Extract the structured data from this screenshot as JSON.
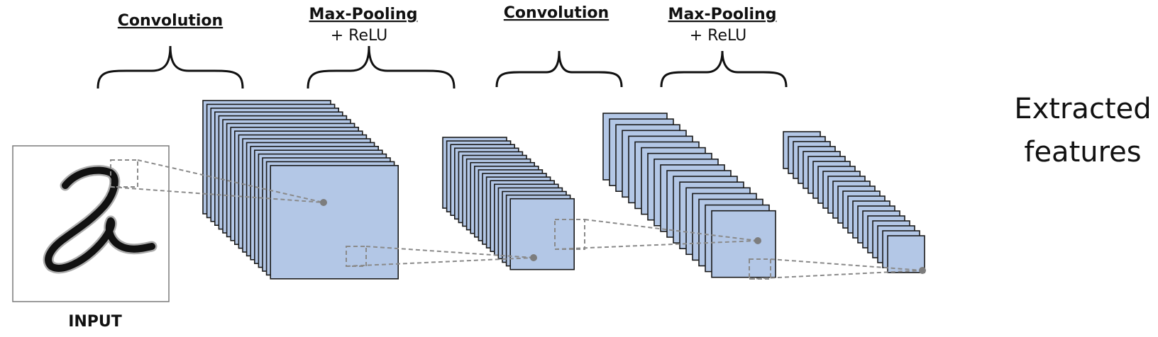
{
  "stages": [
    {
      "title": "Convolution",
      "subtitle": ""
    },
    {
      "title": "Max-Pooling",
      "subtitle": "+ ReLU"
    },
    {
      "title": "Convolution",
      "subtitle": ""
    },
    {
      "title": "Max-Pooling",
      "subtitle": "+ ReLU"
    }
  ],
  "input_label": "INPUT",
  "output_label": {
    "line1": "Extracted",
    "line2": "features"
  },
  "colors": {
    "feature_map": "#b3c7e6",
    "connector": "#8a8a8a",
    "ink": "#111111"
  }
}
